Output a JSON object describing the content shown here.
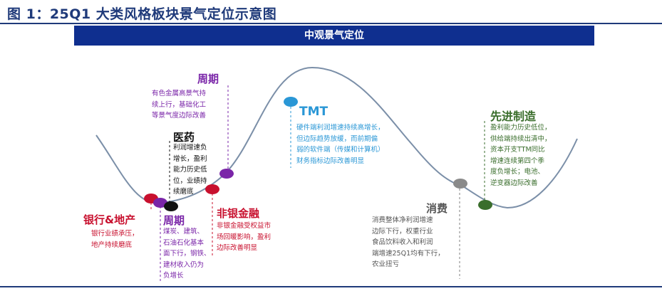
{
  "figure_title": "图 1：25Q1 大类风格板块景气定位示意图",
  "banner": "中观景气定位",
  "colors": {
    "title_blue": "#1f3a7a",
    "banner_blue": "#0f2f8f",
    "curve": "#7b8fa8",
    "purple": "#7a25a8",
    "red": "#c8102e",
    "blue": "#2a97d6",
    "green": "#3a6e2c",
    "gray": "#7f7f7f",
    "black": "#111111"
  },
  "segments": {
    "cyclical_top": {
      "title": "周期",
      "lines": [
        "有色金属高景气持",
        "续上行，基础化工",
        "等景气度边际改善"
      ]
    },
    "pharma": {
      "title": "医药",
      "lines": [
        "利润增速负",
        "增长，盈利",
        "能力历史低",
        "位，业绩持",
        "续磨底"
      ]
    },
    "bank_realestate": {
      "title": "银行&地产",
      "lines": [
        "银行业绩承压，",
        "地产持续磨底"
      ]
    },
    "cyclical_bottom": {
      "title": "周期",
      "lines": [
        "煤炭、建筑、",
        "石油石化基本",
        "面下行，钢铁、",
        "建材收入仍为",
        "负增长"
      ]
    },
    "nonbank": {
      "title": "非银金融",
      "lines": [
        "非银金融受权益市",
        "场回暖影响，盈利",
        "边际改善明显"
      ]
    },
    "tmt": {
      "title": "TMT",
      "lines": [
        "硬件端利润增速持续高增长，",
        "但边际趋势放缓，而前期偏",
        "弱的软件端（传媒和计算机）",
        "财务指标边际改善明显"
      ]
    },
    "consumer": {
      "title": "消费",
      "lines": [
        "消费整体净利润增速",
        "边际下行，权重行业",
        "食品饮料收入和利润",
        "端增速25Q1均有下行，",
        "农业扭亏"
      ]
    },
    "manufacturing": {
      "title": "先进制造",
      "lines": [
        "盈利能力历史低位，",
        "供给端持续出清中，",
        "资本开支TTM同比",
        "增速连续第四个季",
        "度负增长；电池、",
        "逆变器边际改善"
      ]
    }
  }
}
